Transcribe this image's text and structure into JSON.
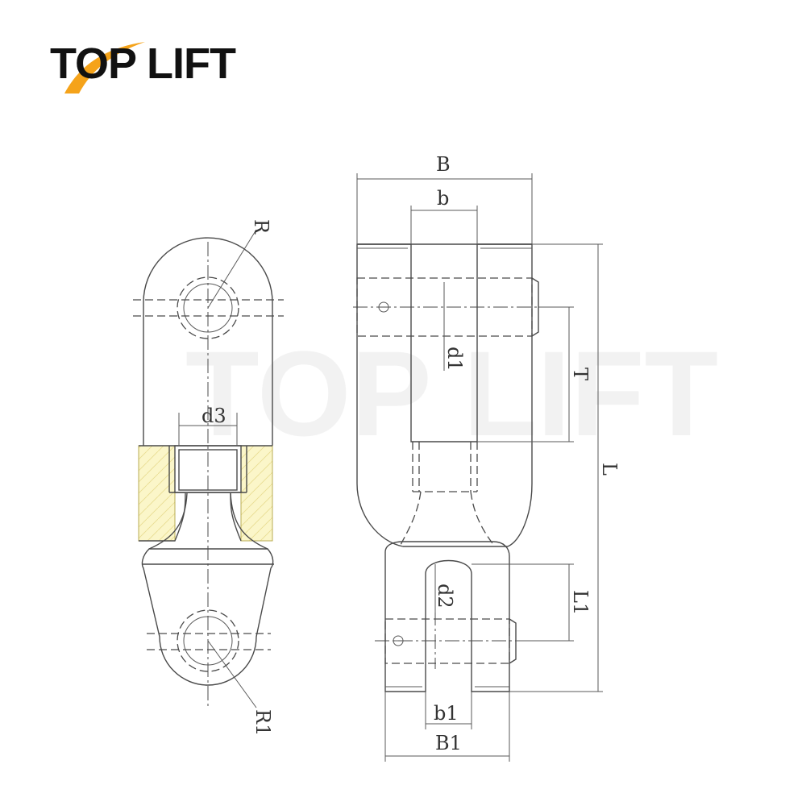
{
  "brand": {
    "logo_text": "TOP LIFT",
    "watermark_text": "TOP LIFT",
    "logo_color": "#111111",
    "swoosh_color": "#f5a31a"
  },
  "labels": {
    "R": "R",
    "R1": "R1",
    "d3": "d3",
    "B": "B",
    "b": "b",
    "d1": "d1",
    "T": "T",
    "L": "L",
    "L1": "L1",
    "d2": "d2",
    "b1": "b1",
    "B1": "B1"
  }
}
